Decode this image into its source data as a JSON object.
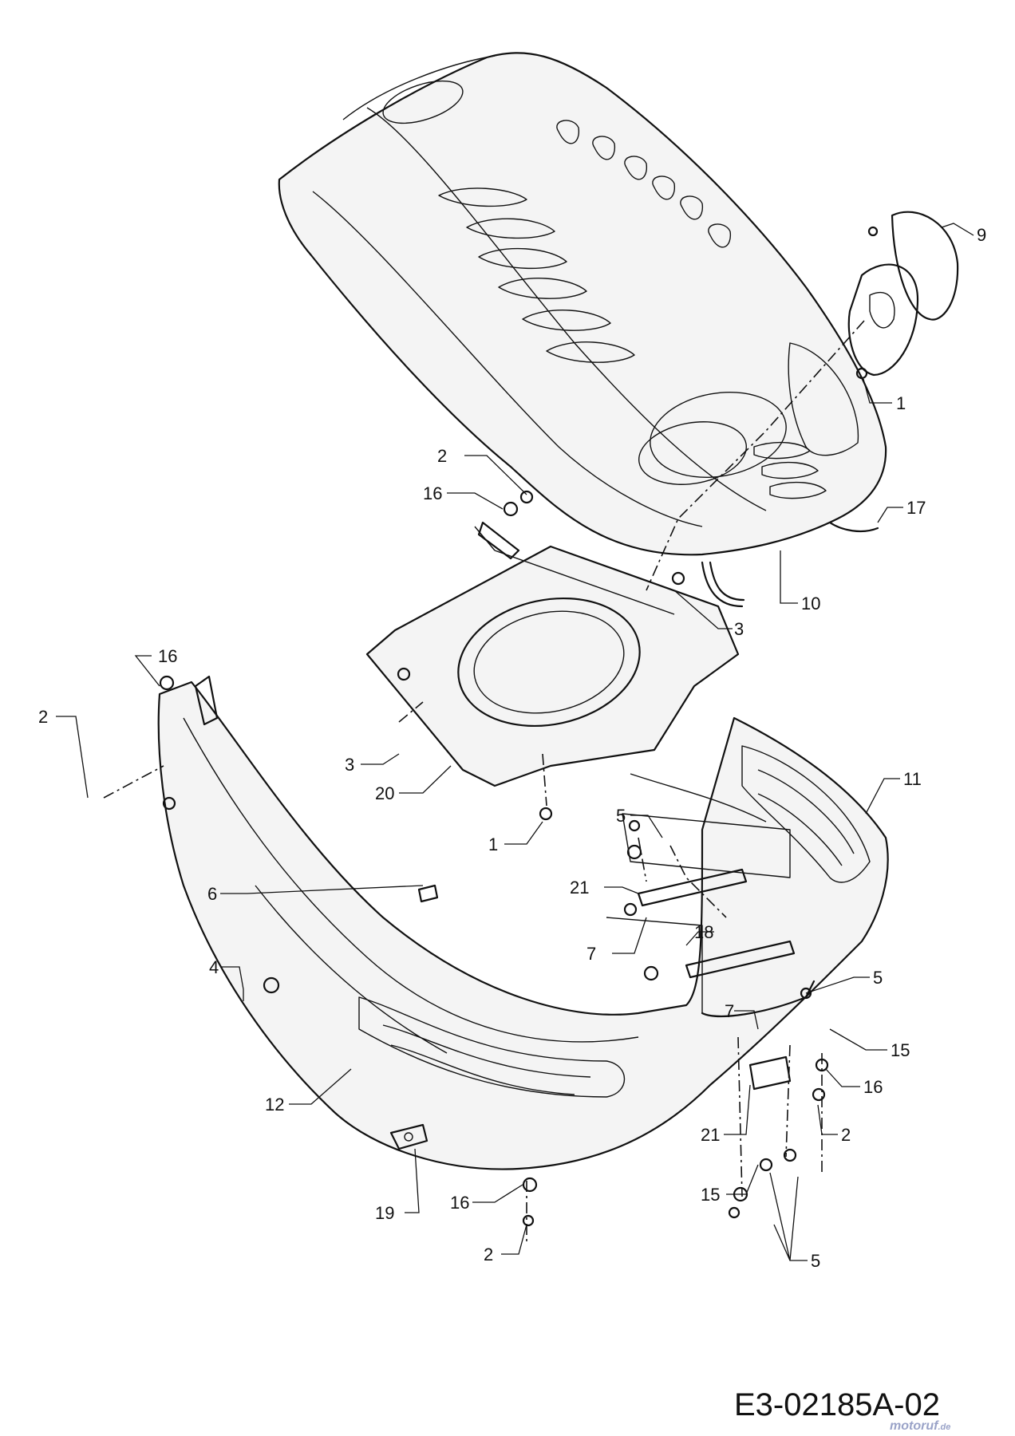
{
  "diagram": {
    "drawing_code": "E3-02185A-02",
    "watermark": {
      "text": "motoruf",
      "suffix": ".de",
      "color": "#9aa3c8"
    },
    "callouts": [
      {
        "id": "c-9",
        "label": "9"
      },
      {
        "id": "c-1a",
        "label": "1"
      },
      {
        "id": "c-17",
        "label": "17"
      },
      {
        "id": "c-10",
        "label": "10"
      },
      {
        "id": "c-2a",
        "label": "2"
      },
      {
        "id": "c-16a",
        "label": "16"
      },
      {
        "id": "c-3a",
        "label": "3"
      },
      {
        "id": "c-16b",
        "label": "16"
      },
      {
        "id": "c-2b",
        "label": "2"
      },
      {
        "id": "c-3b",
        "label": "3"
      },
      {
        "id": "c-11",
        "label": "11"
      },
      {
        "id": "c-20",
        "label": "20"
      },
      {
        "id": "c-5a",
        "label": "5"
      },
      {
        "id": "c-1b",
        "label": "1"
      },
      {
        "id": "c-6",
        "label": "6"
      },
      {
        "id": "c-21a",
        "label": "21"
      },
      {
        "id": "c-7a",
        "label": "7"
      },
      {
        "id": "c-18",
        "label": "18"
      },
      {
        "id": "c-4",
        "label": "4"
      },
      {
        "id": "c-5b",
        "label": "5"
      },
      {
        "id": "c-7b",
        "label": "7"
      },
      {
        "id": "c-15a",
        "label": "15"
      },
      {
        "id": "c-16c",
        "label": "16"
      },
      {
        "id": "c-12",
        "label": "12"
      },
      {
        "id": "c-21b",
        "label": "21"
      },
      {
        "id": "c-2c",
        "label": "2"
      },
      {
        "id": "c-15b",
        "label": "15"
      },
      {
        "id": "c-19",
        "label": "19"
      },
      {
        "id": "c-16d",
        "label": "16"
      },
      {
        "id": "c-2d",
        "label": "2"
      },
      {
        "id": "c-5c",
        "label": "5"
      }
    ]
  }
}
